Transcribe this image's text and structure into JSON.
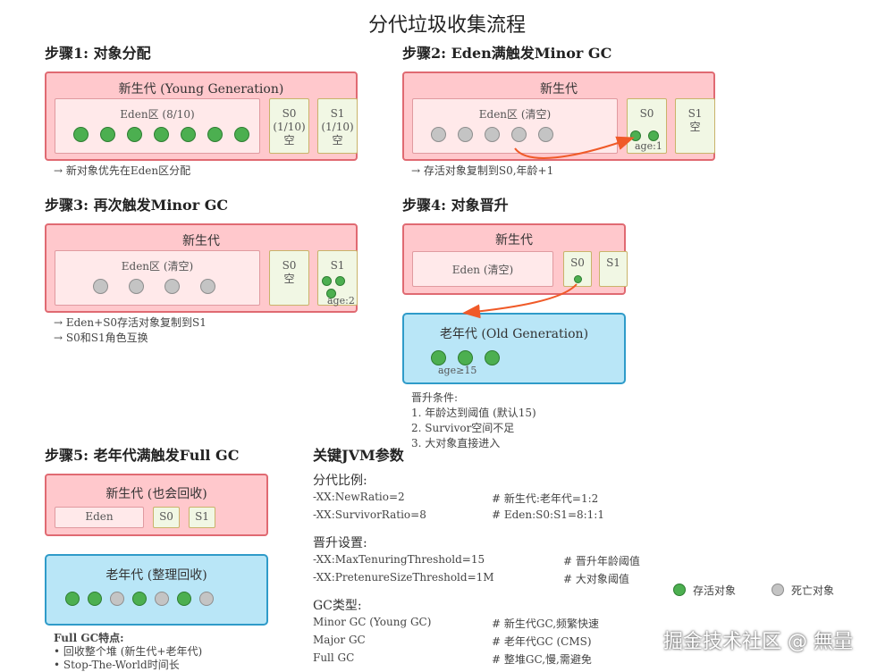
{
  "title": "分代垃圾收集流程",
  "step1": {
    "heading": "步骤1: 对象分配",
    "young_label": "新生代 (Young Generation)",
    "eden_label": "Eden区 (8/10)",
    "s0": [
      "S0",
      "(1/10)",
      "空"
    ],
    "s1": [
      "S1",
      "(1/10)",
      "空"
    ],
    "note": "→ 新对象优先在Eden区分配"
  },
  "step2": {
    "heading": "步骤2: Eden满触发Minor GC",
    "young_label": "新生代",
    "eden_label": "Eden区 (清空)",
    "s0_label": "S0",
    "s0_age": "age:1",
    "s1": [
      "S1",
      "空"
    ],
    "note": "→ 存活对象复制到S0,年龄+1"
  },
  "step3": {
    "heading": "步骤3: 再次触发Minor GC",
    "young_label": "新生代",
    "eden_label": "Eden区 (清空)",
    "s0": [
      "S0",
      "空"
    ],
    "s1_label": "S1",
    "s1_age": "age:2",
    "notes": [
      "→ Eden+S0存活对象复制到S1",
      "→ S0和S1角色互换"
    ]
  },
  "step4": {
    "heading": "步骤4: 对象晋升",
    "young_label": "新生代",
    "eden_label": "Eden (清空)",
    "s0_label": "S0",
    "s1_label": "S1",
    "old_label": "老年代 (Old Generation)",
    "old_age": "age≥15",
    "cond_title": "晋升条件:",
    "conditions": [
      "1. 年龄达到阈值 (默认15)",
      "2. Survivor空间不足",
      "3. 大对象直接进入"
    ]
  },
  "step5": {
    "heading": "步骤5: 老年代满触发Full GC",
    "young_label": "新生代 (也会回收)",
    "eden_label": "Eden",
    "s0_label": "S0",
    "s1_label": "S1",
    "old_label": "老年代 (整理回收)",
    "fullgc_title": "Full GC特点:",
    "fullgc_points": [
      "• 回收整个堆 (新生代+老年代)",
      "• Stop-The-World时间长"
    ]
  },
  "params": {
    "heading": "关键JVM参数",
    "groups": [
      {
        "title": "分代比例:",
        "rows": [
          {
            "flag": "-XX:NewRatio=2",
            "comment": "# 新生代:老年代=1:2"
          },
          {
            "flag": "-XX:SurvivorRatio=8",
            "comment": "# Eden:S0:S1=8:1:1"
          }
        ]
      },
      {
        "title": "晋升设置:",
        "rows": [
          {
            "flag": "-XX:MaxTenuringThreshold=15",
            "comment": "# 晋升年龄阈值"
          },
          {
            "flag": "-XX:PretenureSizeThreshold=1M",
            "comment": "# 大对象阈值"
          }
        ]
      },
      {
        "title": "GC类型:",
        "rows": [
          {
            "flag": "Minor GC (Young GC)",
            "comment": "# 新生代GC,频繁快速"
          },
          {
            "flag": "Major GC",
            "comment": "# 老年代GC (CMS)"
          },
          {
            "flag": "Full GC",
            "comment": "# 整堆GC,慢,需避免"
          }
        ]
      }
    ]
  },
  "legend": {
    "live": "存活对象",
    "dead": "死亡对象"
  },
  "watermark": "掘金技术社区 @ 無量",
  "colors": {
    "young_fill": "#ffc8cc",
    "young_border": "#e06a72",
    "old_fill": "#b9e6f7",
    "old_border": "#2f9bc9",
    "live": "#4caf50",
    "dead": "#c4c4c4",
    "arrow": "#f05a28"
  }
}
